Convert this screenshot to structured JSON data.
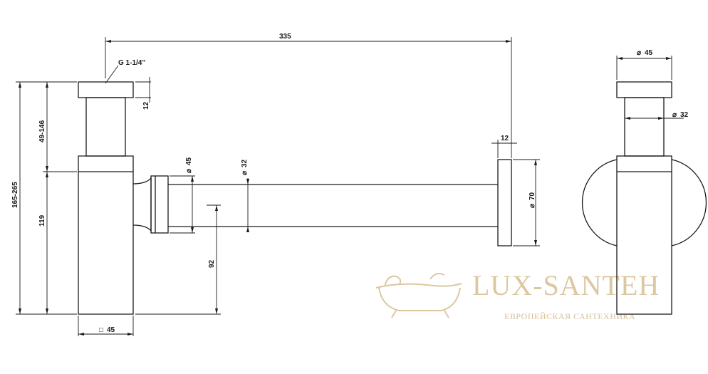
{
  "dimensions": {
    "overall_length": "335",
    "thread": "G 1-1/4\"",
    "cap_height": "12",
    "tube_height_range": "49-146",
    "total_height_range": "165-265",
    "body_height": "119",
    "body_square": "45",
    "outlet_diameter": "45",
    "pipe_diameter": "32",
    "pipe_height": "92",
    "flange_thickness": "12",
    "flange_diameter": "70",
    "side_diameter_top": "45",
    "side_diameter_tube": "32"
  },
  "symbols": {
    "diameter": "⌀",
    "square": "□"
  },
  "watermark": {
    "brand": "LUX-SANTEH",
    "tagline": "ЕВРОПЕЙСКАЯ САНТЕХНИКА",
    "color": "#dcc7a1",
    "logo_icon": "bathtub-icon"
  }
}
